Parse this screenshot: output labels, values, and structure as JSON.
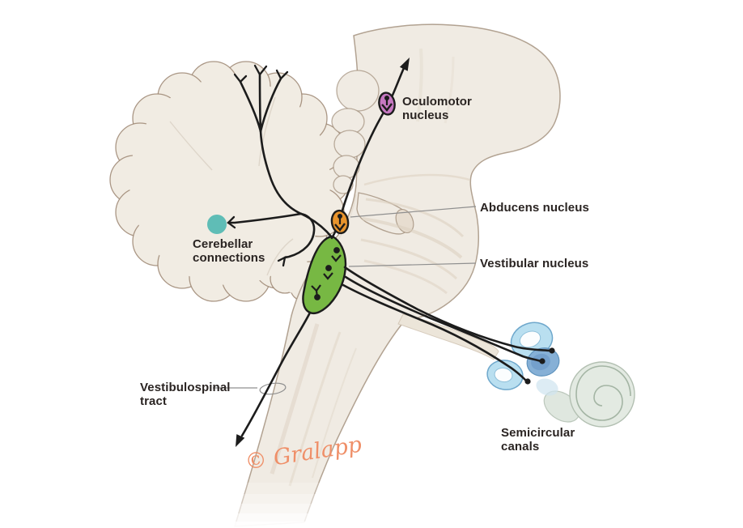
{
  "labels": {
    "oculomotor": {
      "line1": "Oculomotor",
      "line2": "nucleus"
    },
    "abducens": {
      "text": "Abducens nucleus"
    },
    "vestibular": {
      "text": "Vestibular nucleus"
    },
    "cerebellar": {
      "line1": "Cerebellar",
      "line2": "connections"
    },
    "vestibulospinal": {
      "line1": "Vestibulospinal",
      "line2": "tract"
    },
    "semicircular": {
      "line1": "Semicircular",
      "line2": "canals"
    }
  },
  "signature": {
    "text": "© Gralapp",
    "color": "#ef8f68"
  },
  "colors": {
    "oculomotor_nucleus": "#c678c1",
    "abducens_nucleus": "#e8942d",
    "vestibular_nucleus": "#77b843",
    "cerebellar_connection": "#5fbdb6",
    "nerve_fiber": "#1c1c1c",
    "brain_tissue": "#f1ece3",
    "brain_outline": "#9c8672",
    "inner_ear_blue": "#b9dff0",
    "inner_ear_vestibule": "#86b0d6",
    "cochlea": "#e3eae2",
    "label_text": "#2a2422",
    "leader_line": "#8f8f8f"
  }
}
